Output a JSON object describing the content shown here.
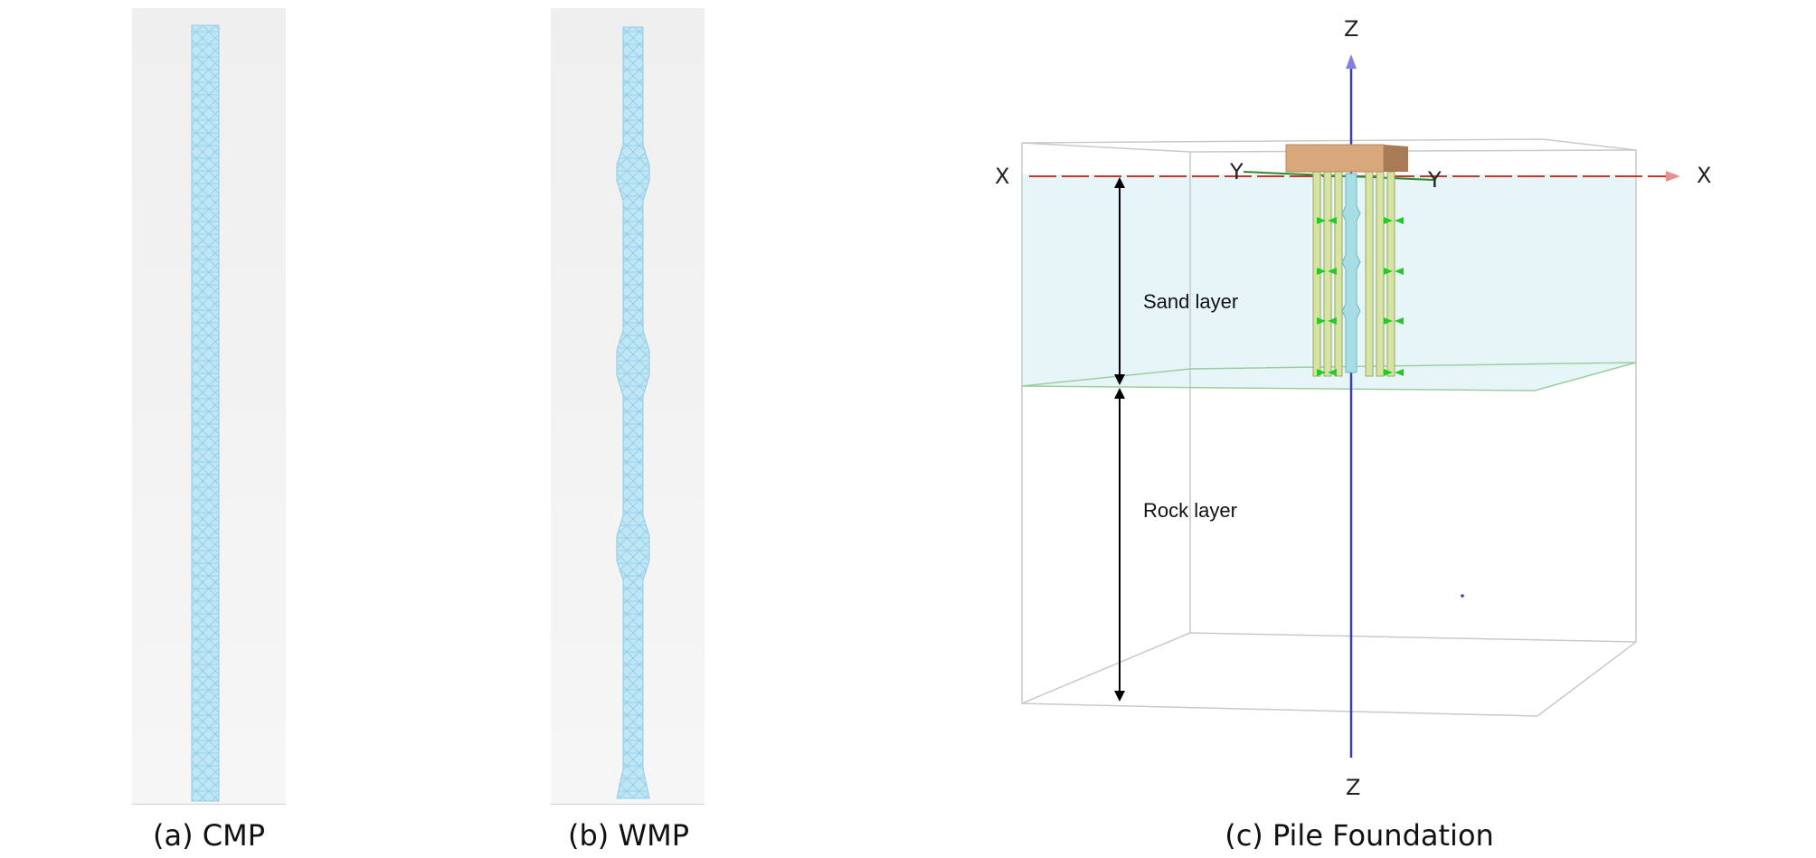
{
  "panels": {
    "cmp": {
      "caption": "(a) CMP"
    },
    "wmp": {
      "caption": "(b) WMP"
    },
    "pile": {
      "caption": "(c) Pile Foundation"
    }
  },
  "axes": {
    "z_top": "Z",
    "z_bottom": "Z",
    "x_left": "X",
    "x_right": "X",
    "y_left": "Y",
    "y_right": "Y"
  },
  "layers": {
    "sand": "Sand layer",
    "rock": "Rock layer"
  },
  "colors": {
    "pile_fill": "#bfe6f4",
    "pile_mesh": "#8fcbe6",
    "cap": "#d9a77c",
    "sand_fill": "#e3f5f7",
    "x_axis": "#c0392b",
    "z_axis": "#3b3bb8",
    "spring": "#22cc22",
    "side_pile": "#d6e3a3"
  }
}
